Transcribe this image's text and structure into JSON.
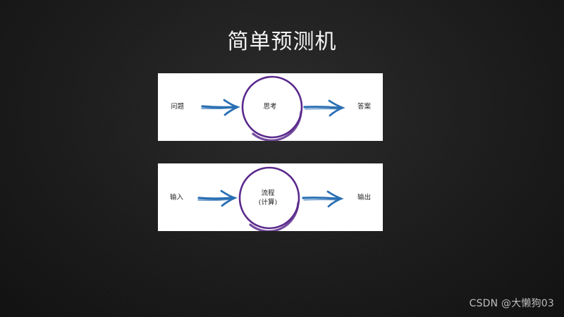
{
  "slide": {
    "title": "简单预测机"
  },
  "diagram1": {
    "input": "问题",
    "process": "思考",
    "output": "答案"
  },
  "diagram2": {
    "input": "输入",
    "process_line1": "流程",
    "process_line2": "(计算)",
    "output": "输出"
  },
  "colors": {
    "arrow": "#2a6fb3",
    "circle": "#5a2a8c"
  },
  "watermark": "CSDN @大懒狗03"
}
